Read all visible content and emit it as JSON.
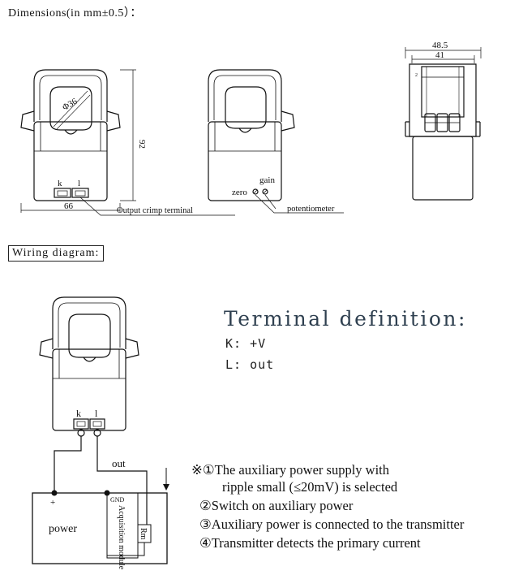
{
  "titles": {
    "dimensions": "Dimensions(in mm±0.5）：",
    "wiring": "Wiring diagram:"
  },
  "dimension_labels": {
    "diameter": "Φ36",
    "height": "92",
    "width": "66",
    "side_outer": "48.5",
    "side_inner": "41",
    "side_small": "2",
    "output_terminal": "Output crimp terminal",
    "potentiometer": "potentiometer",
    "zero": "zero",
    "gain": "gain",
    "terminal_k": "k",
    "terminal_l": "l"
  },
  "wiring_labels": {
    "terminal_k": "k",
    "terminal_l": "l",
    "out": "out",
    "plus": "+",
    "power": "power",
    "gnd": "GND",
    "acquisition_module": "Acquisition module",
    "rm": "Rm"
  },
  "terminal_definition": {
    "title": "Terminal definition:",
    "k_line": "K: +V",
    "l_line": "L: out"
  },
  "notes": {
    "n1": "※①The auxiliary power supply with",
    "n1b": "ripple small (≤20mV) is selected",
    "n2": "②Switch on auxiliary power",
    "n3": "③Auxiliary power is connected to the transmitter",
    "n4": "④Transmitter detects the primary current"
  }
}
